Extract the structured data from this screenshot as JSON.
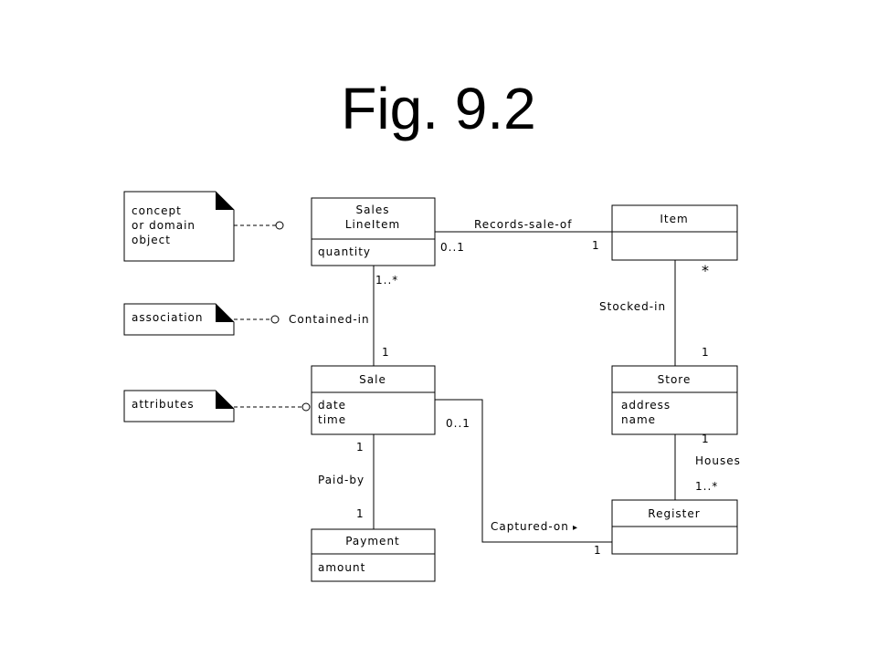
{
  "title": "Fig. 9.2",
  "notes": {
    "concept": [
      "concept",
      "or domain",
      "object"
    ],
    "association": "association",
    "attributes": "attributes"
  },
  "classes": {
    "sales_line_item": {
      "name": [
        "Sales",
        "LineItem"
      ],
      "attributes": [
        "quantity"
      ]
    },
    "item": {
      "name": "Item",
      "attributes": []
    },
    "sale": {
      "name": "Sale",
      "attributes": [
        "date",
        "time"
      ]
    },
    "store": {
      "name": "Store",
      "attributes": [
        "address",
        "name"
      ]
    },
    "payment": {
      "name": "Payment",
      "attributes": [
        "amount"
      ]
    },
    "register": {
      "name": "Register",
      "attributes": []
    }
  },
  "associations": {
    "records_sale_of": {
      "label": "Records-sale-of",
      "mult_a": "0..1",
      "mult_b": "1"
    },
    "contained_in": {
      "label": "Contained-in",
      "mult_a": "1..*",
      "mult_b": "1"
    },
    "stocked_in": {
      "label": "Stocked-in",
      "mult_a": "*",
      "mult_b": "1"
    },
    "paid_by": {
      "label": "Paid-by",
      "mult_a": "1",
      "mult_b": "1"
    },
    "houses": {
      "label": "Houses",
      "mult_a": "1",
      "mult_b": "1..*"
    },
    "captured_on": {
      "label": "Captured-on",
      "arrow": "▸",
      "mult_a": "0..1",
      "mult_b": "1"
    }
  }
}
